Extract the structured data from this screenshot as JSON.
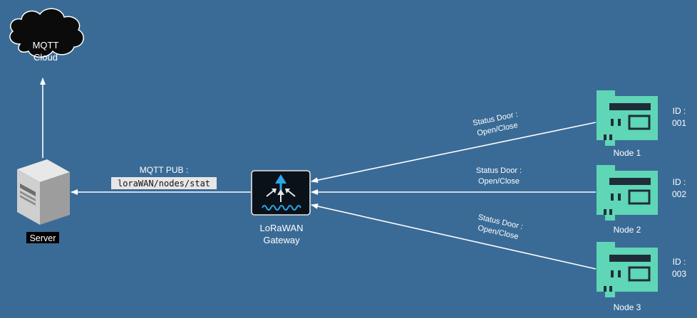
{
  "colors": {
    "background": "#3a6b96",
    "node_board": "#5fd6b6",
    "arrow": "#ffffff",
    "gateway_fill": "#0b1118",
    "gateway_accent": "#2aa7e6"
  },
  "cloud": {
    "label_line1": "MQTT",
    "label_line2": "Cloud",
    "icon": "cloud-icon"
  },
  "server": {
    "label": "Server",
    "icon": "server-icon"
  },
  "mqtt_pub": {
    "label": "MQTT PUB :",
    "topic": "loraWAN/nodes/stat"
  },
  "gateway": {
    "label_line1": "LoRaWAN",
    "label_line2": "Gateway",
    "icon": "gateway-icon"
  },
  "links": [
    {
      "line1": "Status Door :",
      "line2": "Open/Close"
    },
    {
      "line1": "Status Door :",
      "line2": "Open/Close"
    },
    {
      "line1": "Status Door :",
      "line2": "Open/Close"
    }
  ],
  "nodes": [
    {
      "name": "Node 1",
      "id_label": "ID :",
      "id_value": "001",
      "icon": "circuit-board-icon"
    },
    {
      "name": "Node 2",
      "id_label": "ID :",
      "id_value": "002",
      "icon": "circuit-board-icon"
    },
    {
      "name": "Node 3",
      "id_label": "ID :",
      "id_value": "003",
      "icon": "circuit-board-icon"
    }
  ]
}
